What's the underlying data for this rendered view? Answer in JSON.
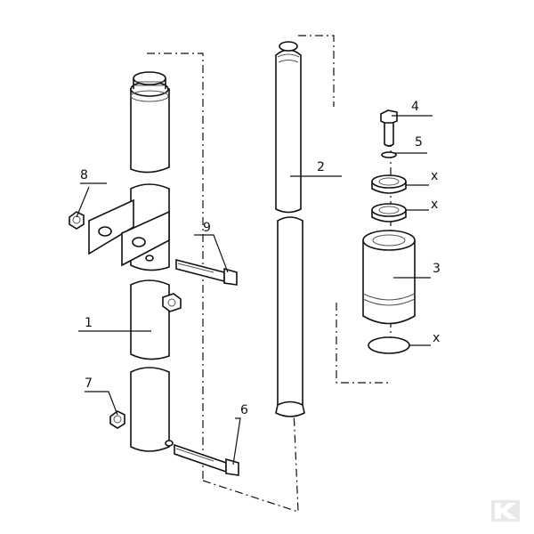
{
  "labels": {
    "p1": "1",
    "p2": "2",
    "p3": "3",
    "p4": "4",
    "p5": "5",
    "p6": "6",
    "p7": "7",
    "p8": "8",
    "p9": "9",
    "x1": "x",
    "x2": "x",
    "x3": "x"
  },
  "colors": {
    "line": "#111111",
    "background": "#ffffff",
    "watermark": "#e8e8e8"
  }
}
